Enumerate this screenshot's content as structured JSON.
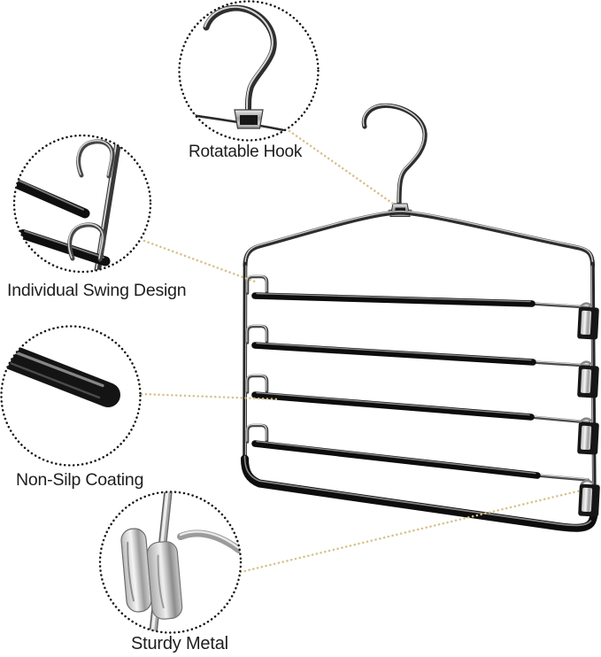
{
  "figure": {
    "subject": "multi-layer swing-arm pants hanger product feature diagram",
    "callouts": [
      {
        "id": "rotatable-hook",
        "label": "Rotatable Hook"
      },
      {
        "id": "individual-swing-design",
        "label": "Individual Swing Design"
      },
      {
        "id": "non-slip-coating",
        "label": "Non-Silp Coating"
      },
      {
        "id": "sturdy-metal",
        "label": "Sturdy Metal"
      }
    ],
    "colors": {
      "background": "#ffffff",
      "leader_dots": "#d8c08a",
      "callout_circle_dots": "#161616",
      "bar_coating_black": "#0d0d0d",
      "wire_metal_gray": "#333333",
      "label_text": "#1d1d1f"
    }
  }
}
